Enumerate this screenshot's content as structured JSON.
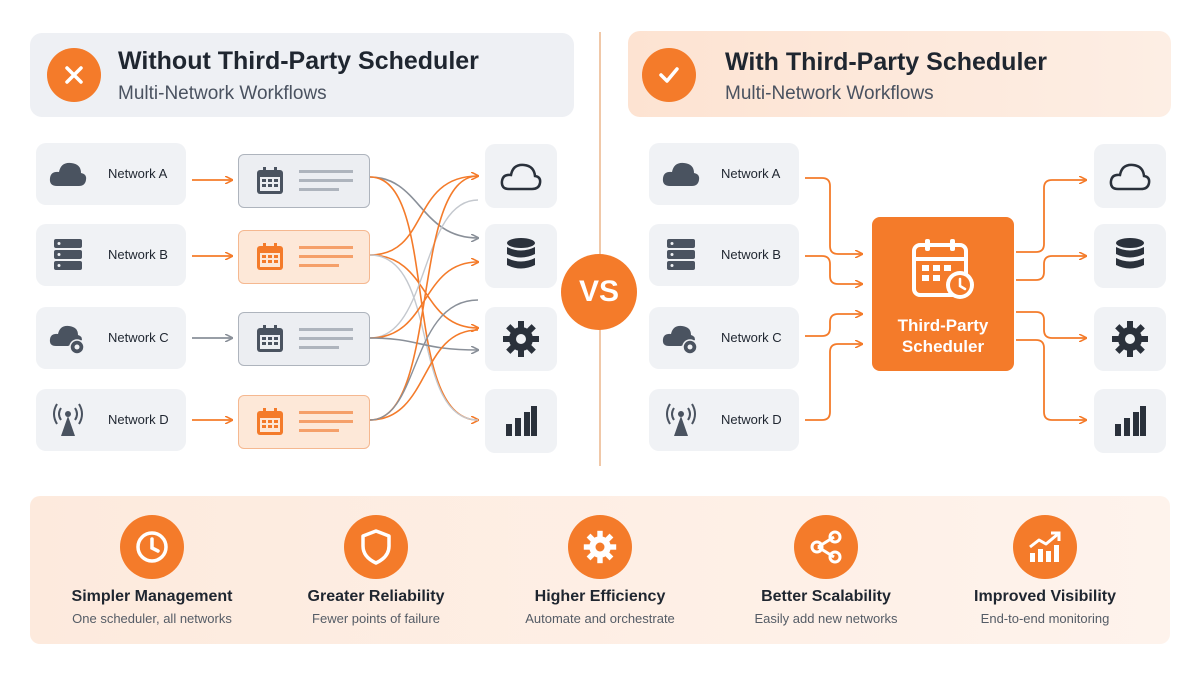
{
  "left": {
    "title": "Without Third-Party Scheduler",
    "subtitle": "Multi-Network Workflows",
    "networks": [
      {
        "label": "Network A",
        "icon": "cloud-icon"
      },
      {
        "label": "Network B",
        "icon": "server-icon"
      },
      {
        "label": "Network C",
        "icon": "cloud-gear-icon"
      },
      {
        "label": "Network D",
        "icon": "antenna-icon"
      }
    ]
  },
  "right": {
    "title": "With Third-Party Scheduler",
    "subtitle": "Multi-Network Workflows",
    "networks": [
      {
        "label": "Network A",
        "icon": "cloud-icon"
      },
      {
        "label": "Network B",
        "icon": "server-icon"
      },
      {
        "label": "Network C",
        "icon": "cloud-gear-icon"
      },
      {
        "label": "Network D",
        "icon": "antenna-icon"
      }
    ],
    "scheduler_label_line1": "Third-Party",
    "scheduler_label_line2": "Scheduler"
  },
  "vs_label": "VS",
  "targets": [
    "cloud-icon",
    "database-icon",
    "gear-icon",
    "bar-chart-icon"
  ],
  "benefits": [
    {
      "title": "Simpler Management",
      "subtitle": "One scheduler, all networks",
      "icon": "clock-icon"
    },
    {
      "title": "Greater Reliability",
      "subtitle": "Fewer points of failure",
      "icon": "shield-icon"
    },
    {
      "title": "Higher Efficiency",
      "subtitle": "Automate and orchestrate",
      "icon": "gear-icon"
    },
    {
      "title": "Better Scalability",
      "subtitle": "Easily add new networks",
      "icon": "share-icon"
    },
    {
      "title": "Improved Visibility",
      "subtitle": "End-to-end monitoring",
      "icon": "trend-up-icon"
    }
  ],
  "colors": {
    "accent": "#f47b2a",
    "dark_icon": "#4a5360",
    "grey_line": "#8a9099"
  }
}
